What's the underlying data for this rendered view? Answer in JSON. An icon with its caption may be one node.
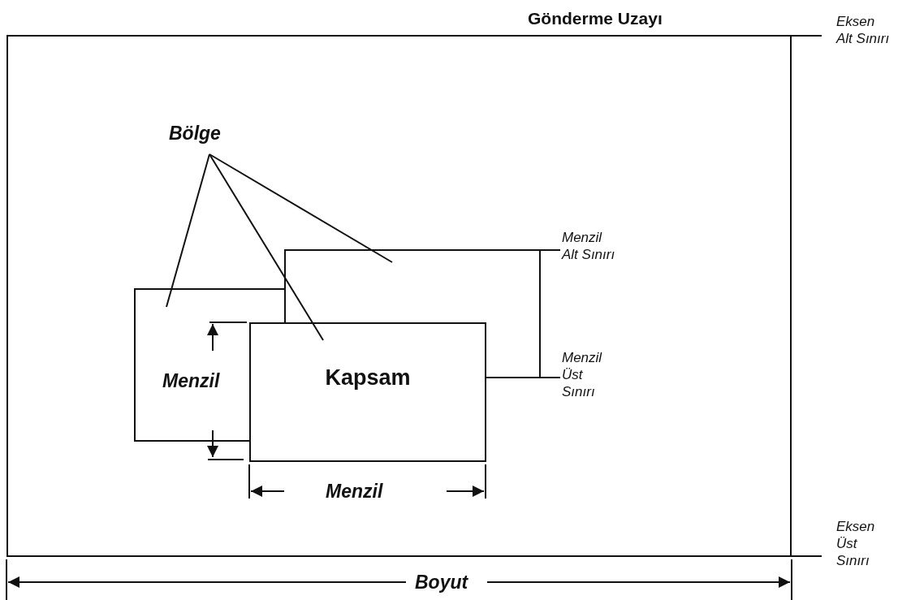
{
  "diagram": {
    "nodes": [
      {
        "text": [
          "Gönderme Uzayı"
        ]
      },
      {
        "text": [
          "Eksen Alt Sınırı"
        ]
      },
      {
        "text": [
          "Bölge"
        ],
        "in": 0
      },
      {
        "text": [
          "Menzil Alt Sınırı"
        ],
        "in": 0
      },
      {
        "text": [],
        "shape": "box",
        "in": 0
      },
      {
        "text": [],
        "shape": "box",
        "in": 0
      },
      {
        "text": [
          "Kapsam"
        ],
        "in": 0
      },
      {
        "text": [
          "Menzil Üst Sınırı"
        ],
        "in": 0
      },
      {
        "text": [
          "Eksen Üst Sınırı"
        ]
      }
    ],
    "edges": [
      {
        "from": 2,
        "to": 4,
        "arrow": "none"
      },
      {
        "from": 2,
        "to": 6,
        "arrow": "none"
      },
      {
        "from": 2,
        "to": 5,
        "arrow": "none"
      },
      {
        "from": 3,
        "to": 5,
        "arrow": "none"
      },
      {
        "from": 7,
        "to": 6,
        "arrow": "none"
      },
      {
        "from": 1,
        "to": 0,
        "arrow": "none"
      },
      {
        "from": 8,
        "to": 0,
        "arrow": "none"
      }
    ],
    "labels": [
      "Menzil",
      "Menzil",
      "Boyut"
    ]
  }
}
